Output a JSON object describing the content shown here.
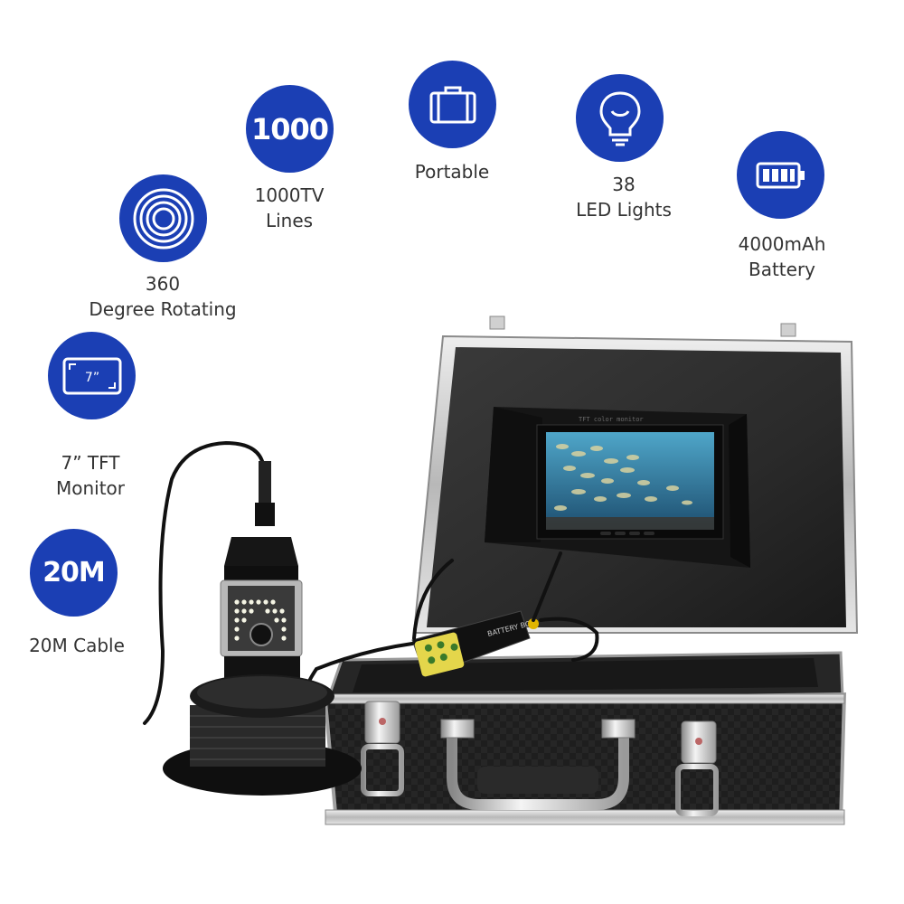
{
  "features": {
    "tv_lines": {
      "badge_text": "1000",
      "line1": "1000TV",
      "line2": "Lines",
      "icon": "text-badge"
    },
    "portable": {
      "line1": "Portable",
      "icon": "briefcase-icon"
    },
    "led": {
      "line1": "38",
      "line2": "LED Lights",
      "icon": "lightbulb-icon"
    },
    "battery": {
      "line1": "4000mAh",
      "line2": "Battery",
      "icon": "battery-icon"
    },
    "rotating": {
      "line1": "360",
      "line2": "Degree Rotating",
      "icon": "concentric-rings-icon"
    },
    "monitor": {
      "badge_text": "7”",
      "line1": "7” TFT",
      "line2": "Monitor",
      "icon": "monitor-icon"
    },
    "cable": {
      "badge_text": "20M",
      "line1": "20M Cable",
      "icon": "text-badge"
    }
  },
  "product": {
    "screen_header": "TFT color monitor",
    "box_label": "BATTERY BOX"
  },
  "colors": {
    "badge_blue": "#1b3fb4",
    "label_gray": "#333333",
    "case_black": "#1c1c1c",
    "case_aluminum": "#c8c8c8"
  }
}
